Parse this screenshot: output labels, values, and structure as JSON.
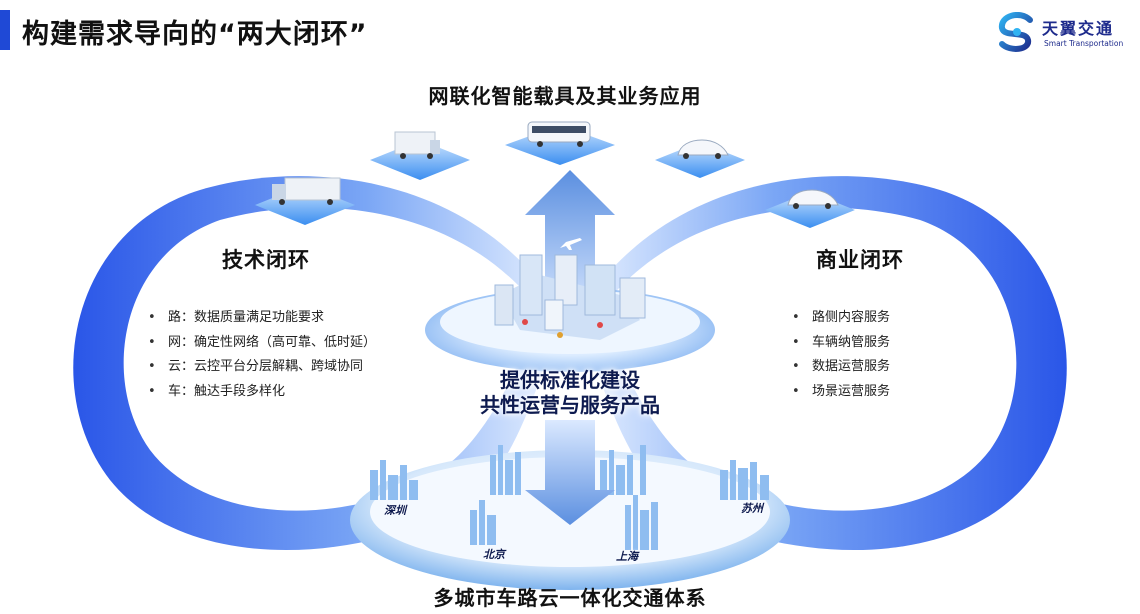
{
  "header": {
    "title": "构建需求导向的“两大闭环”",
    "accent_color": "#1f49d6"
  },
  "logo": {
    "name_cn": "天翼交通",
    "name_en": "Smart Transportation"
  },
  "diagram": {
    "top_heading": "网联化智能载具及其业务应用",
    "bottom_heading": "多城市车路云一体化交通体系",
    "center_lines": [
      "提供标准化建设",
      "共性运营与服务产品"
    ],
    "tech_loop": {
      "title": "技术闭环",
      "items": [
        "路：数据质量满足功能要求",
        "网：确定性网络（高可靠、低时延）",
        "云：云控平台分层解耦、跨域协同",
        "车：触达手段多样化"
      ]
    },
    "business_loop": {
      "title": "商业闭环",
      "items": [
        "路侧内容服务",
        "车辆纳管服务",
        "数据运营服务",
        "场景运营服务"
      ]
    },
    "cities": [
      "深圳",
      "北京",
      "上海",
      "苏州"
    ],
    "bullet_symbol": "•",
    "colors": {
      "loop_blue": "#3a6ff0",
      "arrow_blue": "#5b8fe0",
      "platform_light": "#dcecff"
    },
    "icons": [
      "box-truck-icon",
      "bus-icon",
      "sedan-icon",
      "cargo-truck-icon",
      "sedan-icon",
      "city-skyline-icon",
      "airplane-icon"
    ]
  }
}
